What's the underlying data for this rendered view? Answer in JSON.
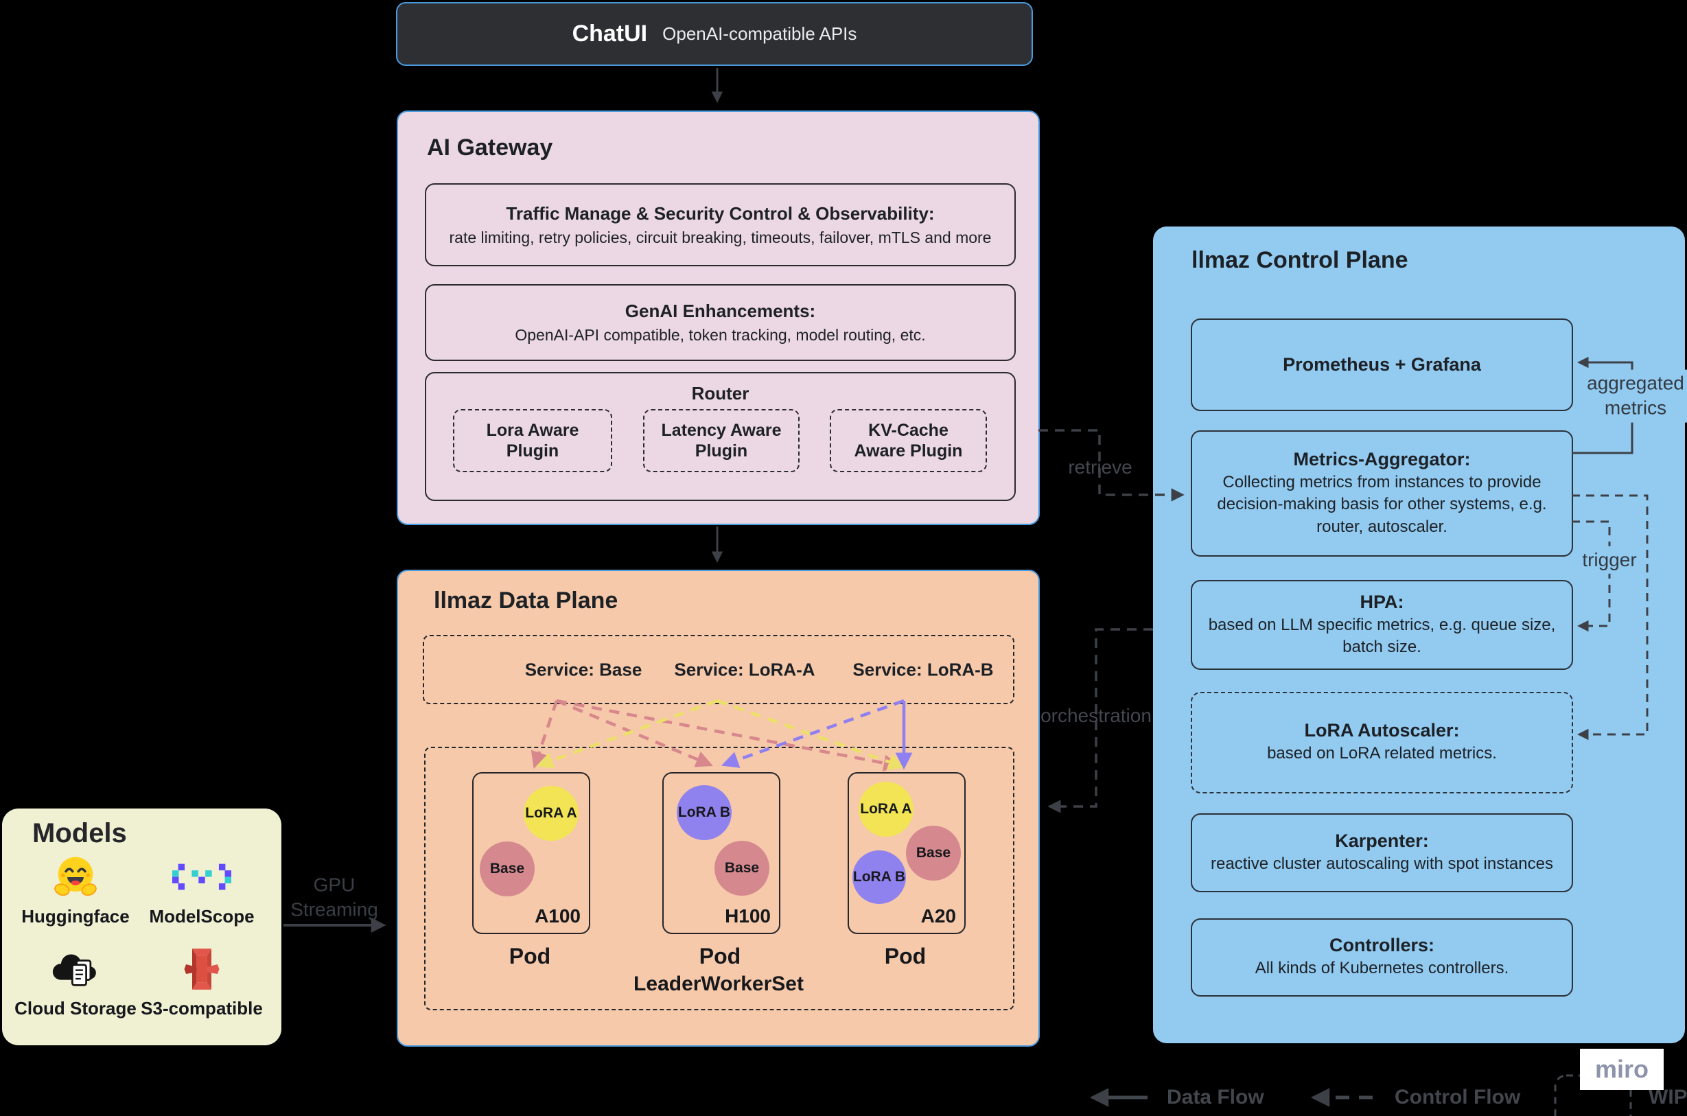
{
  "chatui": {
    "title": "ChatUI",
    "subtitle": "OpenAI-compatible APIs"
  },
  "gateway": {
    "title": "AI Gateway",
    "traffic_title": "Traffic Manage & Security Control & Observability:",
    "traffic_desc": "rate limiting, retry policies, circuit breaking, timeouts, failover, mTLS and more",
    "genai_title": "GenAI Enhancements:",
    "genai_desc": "OpenAI-API compatible, token tracking, model routing, etc.",
    "router_title": "Router",
    "plugins": [
      "Lora Aware Plugin",
      "Latency Aware Plugin",
      "KV-Cache Aware Plugin"
    ]
  },
  "data_plane": {
    "title": "llmaz Data Plane",
    "services": [
      "Service: Base",
      "Service: LoRA-A",
      "Service: LoRA-B"
    ],
    "pods": [
      {
        "gpu": "A100",
        "label": "Pod",
        "adapters": [
          {
            "name": "LoRA A"
          },
          {
            "name": "Base"
          }
        ]
      },
      {
        "gpu": "H100",
        "label": "Pod",
        "adapters": [
          {
            "name": "LoRA B"
          },
          {
            "name": "Base"
          }
        ]
      },
      {
        "gpu": "A20",
        "label": "Pod",
        "adapters": [
          {
            "name": "LoRA A"
          },
          {
            "name": "Base"
          },
          {
            "name": "LoRA B"
          }
        ]
      }
    ],
    "group_label": "LeaderWorkerSet"
  },
  "control_plane": {
    "title": "llmaz Control Plane",
    "prometheus_title": "Prometheus + Grafana",
    "metrics_title": "Metrics-Aggregator:",
    "metrics_desc": "Collecting metrics from instances to provide decision-making basis for other systems, e.g. router, autoscaler.",
    "hpa_title": "HPA:",
    "hpa_desc": "based on LLM specific metrics, e.g. queue size, batch size.",
    "lora_title": "LoRA Autoscaler:",
    "lora_desc": "based on LoRA related metrics.",
    "karpenter_title": "Karpenter:",
    "karpenter_desc": "reactive cluster autoscaling with spot instances",
    "controllers_title": "Controllers:",
    "controllers_desc": "All kinds of Kubernetes controllers."
  },
  "models": {
    "title": "Models",
    "items": [
      {
        "label": "Huggingface",
        "icon": "huggingface-icon"
      },
      {
        "label": "ModelScope",
        "icon": "modelscope-icon"
      },
      {
        "label": "Cloud Storage",
        "icon": "cloud-storage-icon"
      },
      {
        "label": "S3-compatible",
        "icon": "s3-icon"
      }
    ]
  },
  "annotations": {
    "retrieve": "retrieve",
    "orchestration": "orchestration",
    "aggregated_line1": "aggregated",
    "aggregated_line2": "metrics",
    "trigger": "trigger",
    "gpu_line1": "GPU",
    "gpu_line2": "Streaming"
  },
  "legend": {
    "data_flow": "Data Flow",
    "control_flow": "Control Flow",
    "wip": "WIP"
  },
  "watermark": "miro",
  "colors": {
    "background": "#000000",
    "chatui_fill": "#2d2f33",
    "panel_border_blue": "#4a9ade",
    "gateway_fill": "#ecd7e5",
    "data_plane_fill": "#f5c9aa",
    "control_plane_fill": "#92caf0",
    "models_fill": "#f0f1d3",
    "lora_a_yellow": "#f2e455",
    "base_rose": "#d5898f",
    "lora_b_purple": "#9082ee",
    "arrow_gray": "#3d4147",
    "arrow_pink": "#d8878d",
    "arrow_yellow": "#ede069",
    "arrow_purple": "#8f7ff0"
  }
}
